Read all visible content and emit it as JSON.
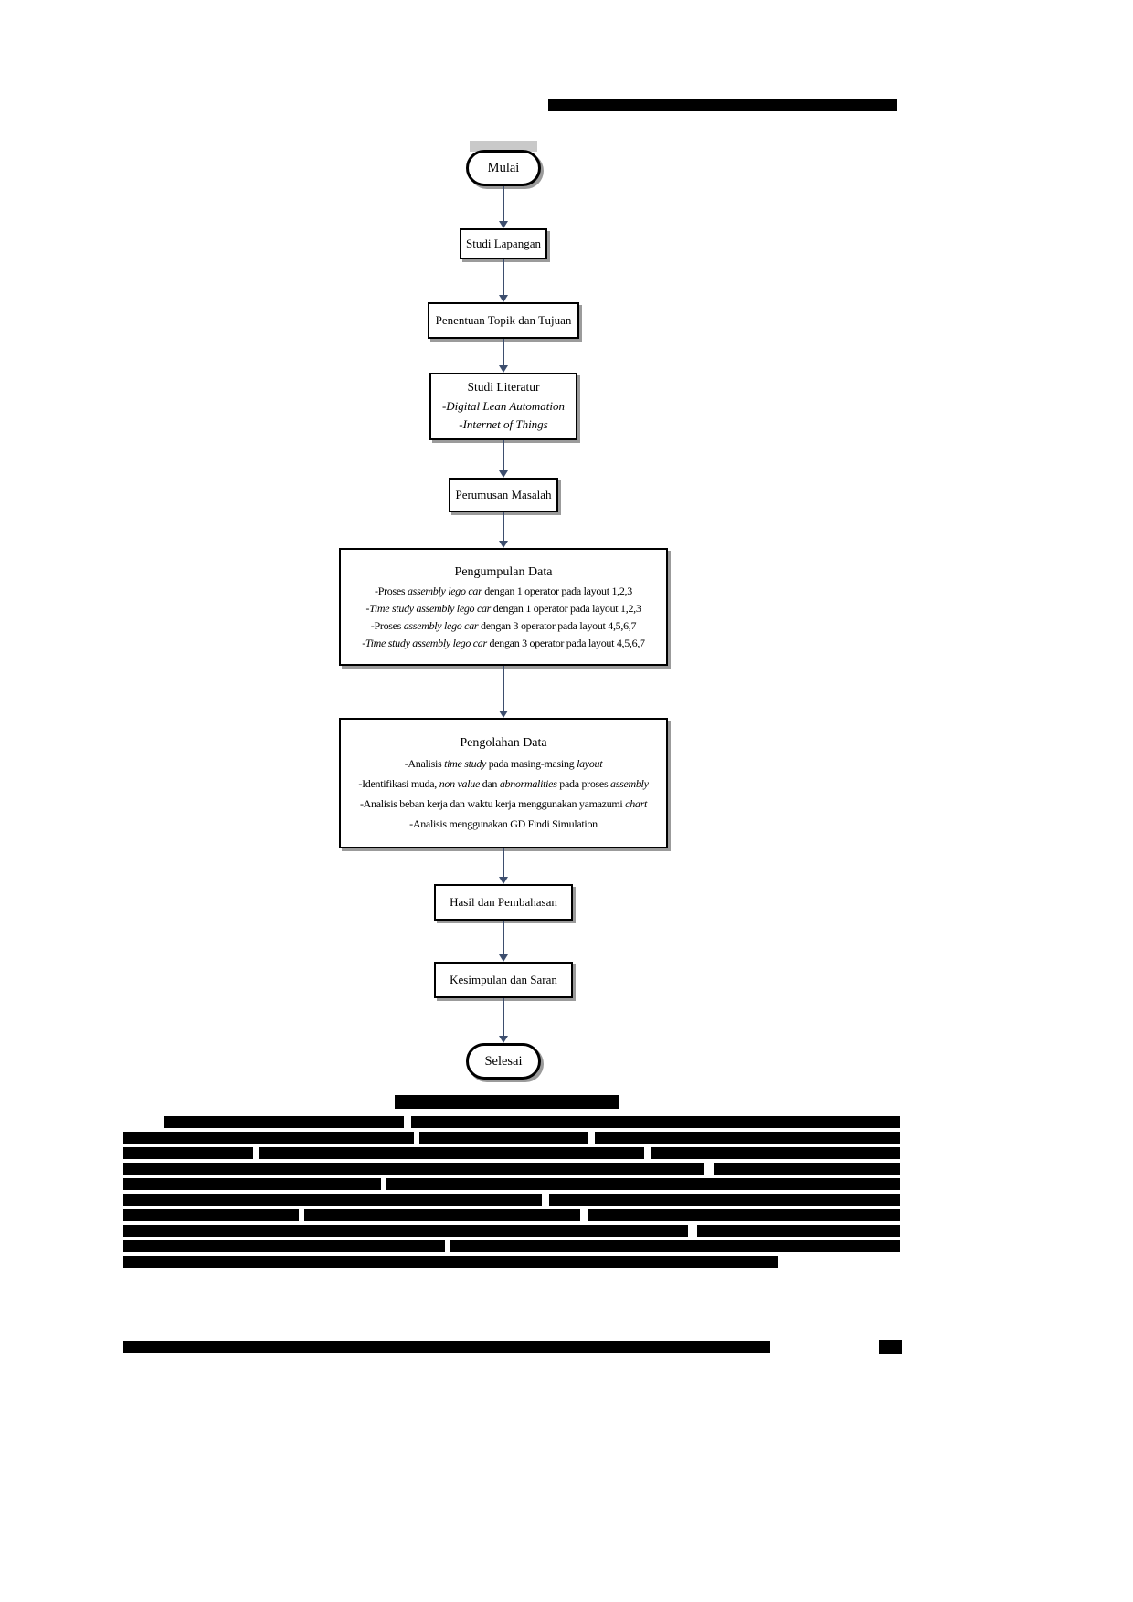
{
  "colors": {
    "arrow": "#3d4e6e",
    "box_border": "#000000",
    "box_shadow": "#9b9b9b",
    "redaction": "#000000",
    "page_background": "#ffffff"
  },
  "flowchart": {
    "nodes": {
      "start": {
        "label": "Mulai"
      },
      "studi_lapangan": {
        "label": "Studi Lapangan"
      },
      "penentuan_topik": {
        "label": "Penentuan Topik dan Tujuan"
      },
      "studi_literatur": {
        "title": "Studi Literatur",
        "lines": [
          [
            {
              "t": "-Digital Lean Automation",
              "i": true
            }
          ],
          [
            {
              "t": "-Internet of Things",
              "i": true
            }
          ]
        ]
      },
      "perumusan_masalah": {
        "label": "Perumusan Masalah"
      },
      "pengumpulan_data": {
        "title": "Pengumpulan Data",
        "lines": [
          [
            {
              "t": "-Proses "
            },
            {
              "t": "assembly lego car",
              "i": true
            },
            {
              "t": " dengan 1 operator pada layout 1,2,3"
            }
          ],
          [
            {
              "t": "-Time study assembly lego car",
              "i": true
            },
            {
              "t": " dengan 1 operator pada layout 1,2,3"
            }
          ],
          [
            {
              "t": "-Proses "
            },
            {
              "t": "assembly lego car",
              "i": true
            },
            {
              "t": " dengan 3 operator pada layout 4,5,6,7"
            }
          ],
          [
            {
              "t": "-Time study assembly lego car",
              "i": true
            },
            {
              "t": " dengan 3 operator pada layout 4,5,6,7"
            }
          ]
        ]
      },
      "pengolahan_data": {
        "title": "Pengolahan Data",
        "lines": [
          [
            {
              "t": "-Analisis "
            },
            {
              "t": "time study",
              "i": true
            },
            {
              "t": " pada masing-masing "
            },
            {
              "t": "layout",
              "i": true
            }
          ],
          [
            {
              "t": "-Identifikasi muda, "
            },
            {
              "t": "non value",
              "i": true
            },
            {
              "t": " dan "
            },
            {
              "t": "abnormalities",
              "i": true
            },
            {
              "t": " pada proses "
            },
            {
              "t": "assembly",
              "i": true
            }
          ],
          [
            {
              "t": "-Analisis beban kerja dan waktu kerja menggunakan yamazumi "
            },
            {
              "t": "chart",
              "i": true
            }
          ],
          [
            {
              "t": "-Analisis menggunakan GD Findi Simulation"
            }
          ]
        ]
      },
      "hasil_pembahasan": {
        "label": "Hasil dan Pembahasan"
      },
      "kesimpulan_saran": {
        "label": "Kesimpulan dan Saran"
      },
      "end": {
        "label": "Selesai"
      }
    }
  }
}
